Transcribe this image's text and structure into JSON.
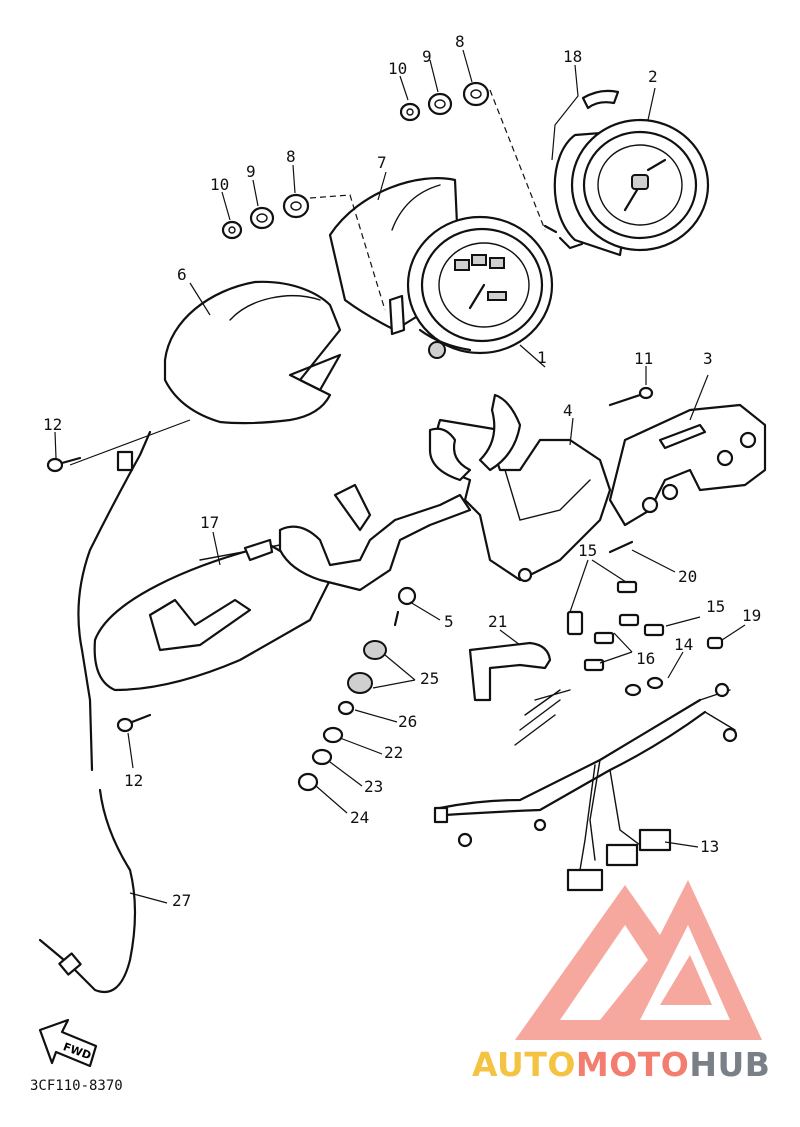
{
  "diagram": {
    "callouts": [
      {
        "id": "c1",
        "label": "1"
      },
      {
        "id": "c2",
        "label": "2"
      },
      {
        "id": "c3",
        "label": "3"
      },
      {
        "id": "c4",
        "label": "4"
      },
      {
        "id": "c5",
        "label": "5"
      },
      {
        "id": "c6",
        "label": "6"
      },
      {
        "id": "c7",
        "label": "7"
      },
      {
        "id": "c8a",
        "label": "8"
      },
      {
        "id": "c8b",
        "label": "8"
      },
      {
        "id": "c9a",
        "label": "9"
      },
      {
        "id": "c9b",
        "label": "9"
      },
      {
        "id": "c10a",
        "label": "10"
      },
      {
        "id": "c10b",
        "label": "10"
      },
      {
        "id": "c11",
        "label": "11"
      },
      {
        "id": "c12a",
        "label": "12"
      },
      {
        "id": "c12b",
        "label": "12"
      },
      {
        "id": "c13",
        "label": "13"
      },
      {
        "id": "c14",
        "label": "14"
      },
      {
        "id": "c15a",
        "label": "15"
      },
      {
        "id": "c15b",
        "label": "15"
      },
      {
        "id": "c16",
        "label": "16"
      },
      {
        "id": "c17",
        "label": "17"
      },
      {
        "id": "c18",
        "label": "18"
      },
      {
        "id": "c19",
        "label": "19"
      },
      {
        "id": "c20",
        "label": "20"
      },
      {
        "id": "c21",
        "label": "21"
      },
      {
        "id": "c22",
        "label": "22"
      },
      {
        "id": "c23",
        "label": "23"
      },
      {
        "id": "c24",
        "label": "24"
      },
      {
        "id": "c25",
        "label": "25"
      },
      {
        "id": "c26",
        "label": "26"
      },
      {
        "id": "c27",
        "label": "27"
      }
    ],
    "fwd_label": "FWD",
    "figure_code": "3CF110-8370"
  },
  "watermark": {
    "part1": "AUTO",
    "part2": "MOTO",
    "part3": "HUB",
    "colors": {
      "auto": "#f5c342",
      "moto": "#f37e6f",
      "hub": "#7a8088",
      "logo": "#f59a8e"
    }
  }
}
